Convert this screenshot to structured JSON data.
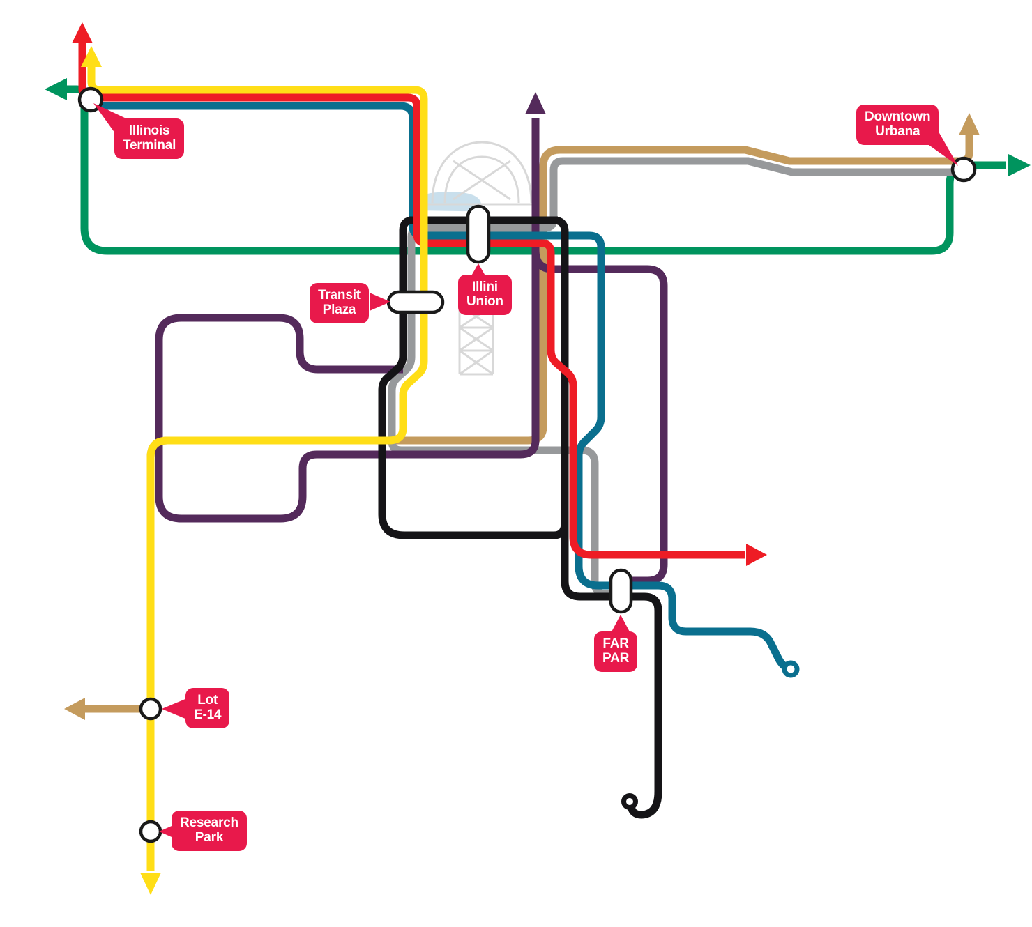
{
  "colors": {
    "yellow": "#FFDE17",
    "red": "#EE1C25",
    "teal": "#0A6F8E",
    "green": "#00945E",
    "purple": "#542A5B",
    "tan": "#C49B5D",
    "gray": "#97999B",
    "black": "#151417",
    "label": "#E8194B",
    "decor": "#D8D8D8",
    "water": "#BFD9E9"
  },
  "stations": [
    {
      "id": "illinois-terminal",
      "lines": [
        "Illinois",
        "Terminal"
      ]
    },
    {
      "id": "downtown-urbana",
      "lines": [
        "Downtown",
        "Urbana"
      ]
    },
    {
      "id": "transit-plaza",
      "lines": [
        "Transit",
        "Plaza"
      ]
    },
    {
      "id": "illini-union",
      "lines": [
        "Illini",
        "Union"
      ]
    },
    {
      "id": "far-par",
      "lines": [
        "FAR",
        "PAR"
      ]
    },
    {
      "id": "lot-e14",
      "lines": [
        "Lot",
        "E-14"
      ]
    },
    {
      "id": "research-park",
      "lines": [
        "Research",
        "Park"
      ]
    }
  ]
}
